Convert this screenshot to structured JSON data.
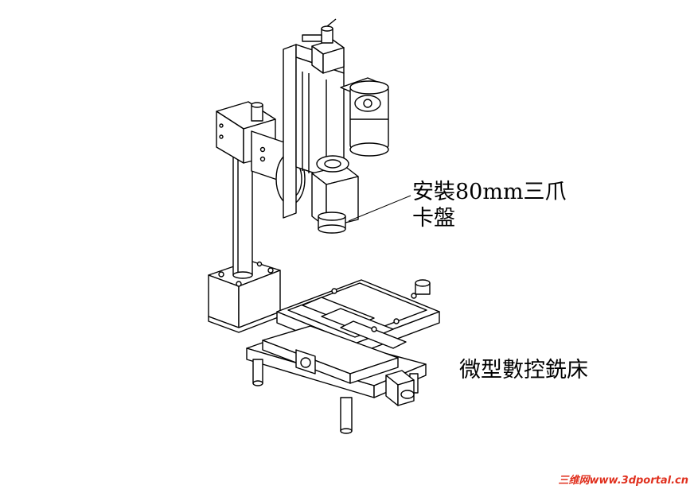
{
  "callout": {
    "line1": "安裝80mm三爪",
    "line2": "卡盤"
  },
  "title": "微型數控銑床",
  "watermark": {
    "site_name": "三维网",
    "url": "www.3dportal.cn"
  },
  "colors": {
    "line": "#000000",
    "background": "#ffffff",
    "watermark": "#e0301e"
  }
}
